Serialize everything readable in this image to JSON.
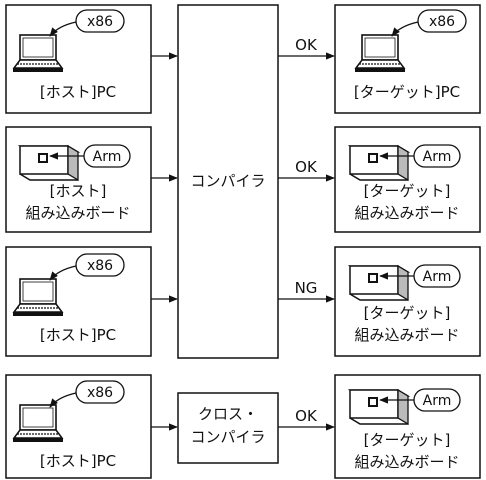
{
  "hosts": [
    {
      "badge": "x86",
      "lines": [
        "[ホスト]PC"
      ]
    },
    {
      "badge": "Arm",
      "lines": [
        "[ホスト]",
        "組み込みボード"
      ]
    },
    {
      "badge": "x86",
      "lines": [
        "[ホスト]PC"
      ]
    },
    {
      "badge": "x86",
      "lines": [
        "[ホスト]PC"
      ]
    }
  ],
  "targets": [
    {
      "badge": "x86",
      "lines": [
        "[ターゲット]PC"
      ]
    },
    {
      "badge": "Arm",
      "lines": [
        "[ターゲット]",
        "組み込みボード"
      ]
    },
    {
      "badge": "Arm",
      "lines": [
        "[ターゲット]",
        "組み込みボード"
      ]
    },
    {
      "badge": "Arm",
      "lines": [
        "[ターゲット]",
        "組み込みボード"
      ]
    }
  ],
  "compiler": {
    "label": "コンパイラ"
  },
  "cross_compiler": {
    "lines": [
      "クロス・",
      "コンパイラ"
    ]
  },
  "results": [
    "OK",
    "OK",
    "NG",
    "OK"
  ]
}
